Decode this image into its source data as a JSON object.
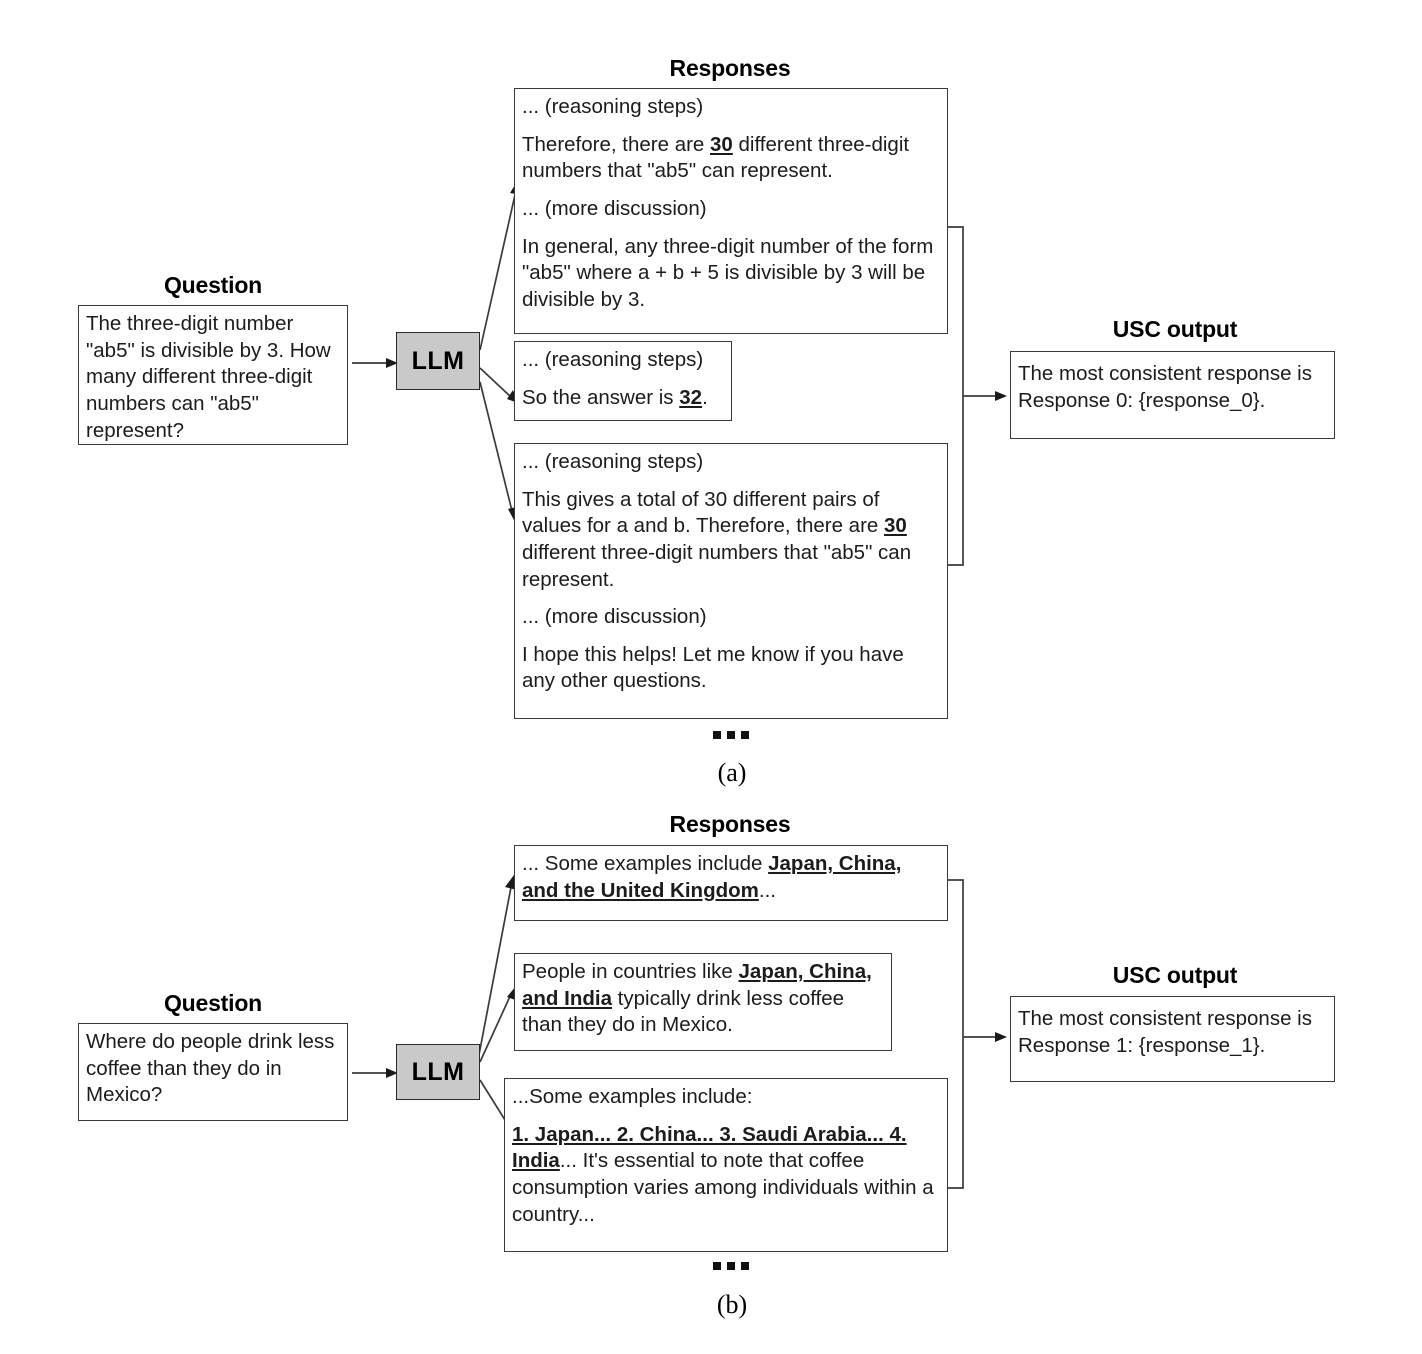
{
  "figure": {
    "title_responses": "Responses",
    "title_question": "Question",
    "title_usc": "USC output",
    "llm_label": "LLM",
    "ellipsis_icon": "horizontal-ellipsis",
    "colors": {
      "llm_fill": "#c9c9c9",
      "box_border": "#3a3a3a",
      "text": "#1c1c1c",
      "background": "#ffffff"
    }
  },
  "panel_a": {
    "caption": "(a)",
    "question": {
      "heading": "Question",
      "text": "The three-digit number \"ab5\" is divisible by 3. How many different three-digit numbers can \"ab5\" represent?"
    },
    "llm": "LLM",
    "responses_heading": "Responses",
    "responses": [
      {
        "id": "response-0",
        "paragraphs": [
          "... (reasoning steps)",
          "Therefore, there are 30 different three-digit numbers that \"ab5\" can represent.",
          "... (more discussion)",
          "In general, any three-digit number of the form \"ab5\" where a + b + 5 is divisible by 3 will be divisible by 3."
        ],
        "p1": "... (reasoning steps)",
        "p2_pre": "Therefore, there are ",
        "p2_em": "30",
        "p2_post": " different three-digit numbers that \"ab5\" can represent.",
        "p3": "... (more discussion)",
        "p4": "In general, any three-digit number of the form \"ab5\" where a + b + 5 is divisible by 3 will be divisible by 3."
      },
      {
        "id": "response-1",
        "p1": "... (reasoning steps)",
        "p2_pre": "So the answer is ",
        "p2_em": "32",
        "p2_post": "."
      },
      {
        "id": "response-2",
        "p1": "... (reasoning steps)",
        "p2_pre": "This gives a total of 30 different pairs of values for a and b. Therefore, there are ",
        "p2_em": "30",
        "p2_post": " different three-digit numbers that \"ab5\" can represent.",
        "p3": "... (more discussion)",
        "p4": "I hope this helps! Let me know if you have any other questions."
      }
    ],
    "usc": {
      "heading": "USC output",
      "text": "The most consistent response is Response 0: {response_0}."
    }
  },
  "panel_b": {
    "caption": "(b)",
    "question": {
      "heading": "Question",
      "text": "Where do people drink less coffee than they do in Mexico?"
    },
    "llm": "LLM",
    "responses_heading": "Responses",
    "responses": [
      {
        "id": "response-0",
        "pre": "... Some examples include ",
        "em": "Japan, China, and the United Kingdom",
        "post": "..."
      },
      {
        "id": "response-1",
        "pre": "People in countries like ",
        "em": "Japan, China, and India",
        "post": " typically drink less coffee than they do in Mexico."
      },
      {
        "id": "response-2",
        "p1": "...Some examples include:",
        "pre": "",
        "em": "1. Japan... 2. China... 3. Saudi Arabia... 4. India",
        "post": "... It's essential to note that coffee consumption varies among individuals within a country..."
      }
    ],
    "usc": {
      "heading": "USC output",
      "text": "The most consistent response is Response 1: {response_1}."
    }
  }
}
